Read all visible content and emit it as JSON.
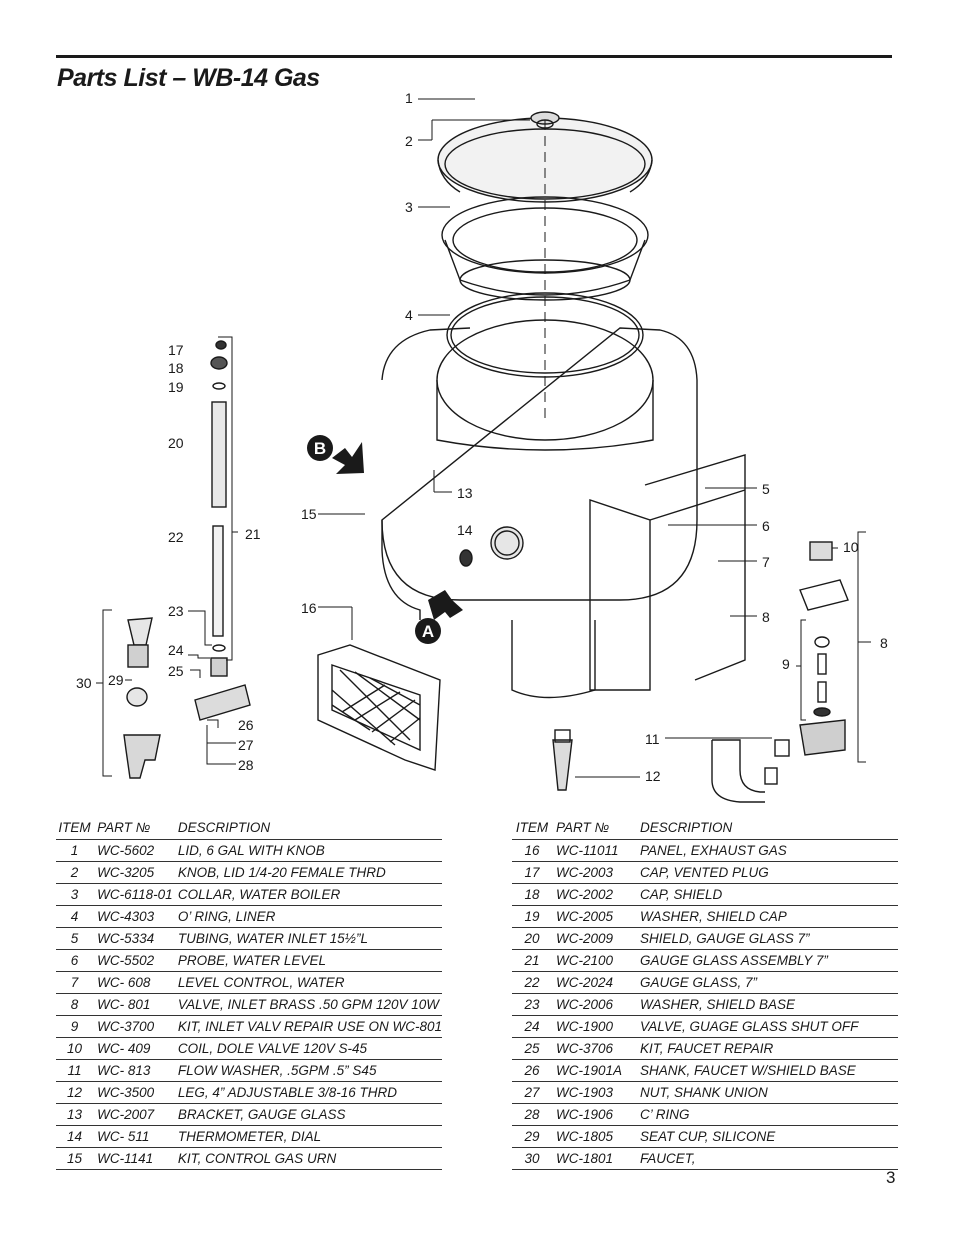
{
  "page": {
    "title": "Parts List – WB-14 Gas",
    "page_number": "3"
  },
  "diagram": {
    "callouts": [
      "1",
      "2",
      "3",
      "4",
      "5",
      "6",
      "7",
      "8",
      "8",
      "9",
      "10",
      "11",
      "12",
      "13",
      "14",
      "15",
      "16",
      "17",
      "18",
      "19",
      "20",
      "21",
      "22",
      "23",
      "24",
      "25",
      "26",
      "27",
      "28",
      "29",
      "30"
    ],
    "markers": [
      "A",
      "B"
    ]
  },
  "table": {
    "headers": [
      "ITEM",
      "PART №",
      "DESCRIPTION"
    ],
    "left_rows": [
      [
        "1",
        "WC-5602",
        "LID, 6 GAL WITH KNOB"
      ],
      [
        "2",
        "WC-3205",
        "KNOB, LID 1/4-20 FEMALE THRD"
      ],
      [
        "3",
        "WC-6118-01",
        "COLLAR, WATER BOILER"
      ],
      [
        "4",
        "WC-4303",
        "O’ RING, LINER"
      ],
      [
        "5",
        "WC-5334",
        "TUBING, WATER INLET 15½”L"
      ],
      [
        "6",
        "WC-5502",
        "PROBE, WATER LEVEL"
      ],
      [
        "7",
        "WC- 608",
        "LEVEL CONTROL, WATER"
      ],
      [
        "8",
        "WC- 801",
        "VALVE, INLET BRASS .50 GPM 120V 10W"
      ],
      [
        "9",
        "WC-3700",
        "KIT, INLET VALV REPAIR USE ON WC-801"
      ],
      [
        "10",
        "WC- 409",
        "COIL, DOLE VALVE 120V S-45"
      ],
      [
        "11",
        "WC- 813",
        "FLOW WASHER, .5GPM .5” S45"
      ],
      [
        "12",
        "WC-3500",
        "LEG, 4” ADJUSTABLE 3/8-16 THRD"
      ],
      [
        "13",
        "WC-2007",
        "BRACKET, GAUGE GLASS"
      ],
      [
        "14",
        "WC- 511",
        "THERMOMETER, DIAL"
      ],
      [
        "15",
        "WC-1141",
        "KIT, CONTROL GAS URN"
      ]
    ],
    "right_rows": [
      [
        "16",
        "WC-11011",
        "PANEL, EXHAUST GAS"
      ],
      [
        "17",
        "WC-2003",
        "CAP, VENTED PLUG"
      ],
      [
        "18",
        "WC-2002",
        "CAP, SHIELD"
      ],
      [
        "19",
        "WC-2005",
        "WASHER, SHIELD CAP"
      ],
      [
        "20",
        "WC-2009",
        "SHIELD, GAUGE GLASS 7”"
      ],
      [
        "21",
        "WC-2100",
        "GAUGE GLASS ASSEMBLY 7”"
      ],
      [
        "22",
        "WC-2024",
        "GAUGE GLASS, 7”"
      ],
      [
        "23",
        "WC-2006",
        "WASHER, SHIELD BASE"
      ],
      [
        "24",
        "WC-1900",
        "VALVE, GUAGE GLASS SHUT OFF"
      ],
      [
        "25",
        "WC-3706",
        "KIT, FAUCET REPAIR"
      ],
      [
        "26",
        "WC-1901A",
        "SHANK, FAUCET W/SHIELD BASE"
      ],
      [
        "27",
        "WC-1903",
        "NUT, SHANK UNION"
      ],
      [
        "28",
        "WC-1906",
        "C’ RING"
      ],
      [
        "29",
        "WC-1805",
        "SEAT CUP, SILICONE"
      ],
      [
        "30",
        "WC-1801",
        "FAUCET,"
      ]
    ]
  }
}
